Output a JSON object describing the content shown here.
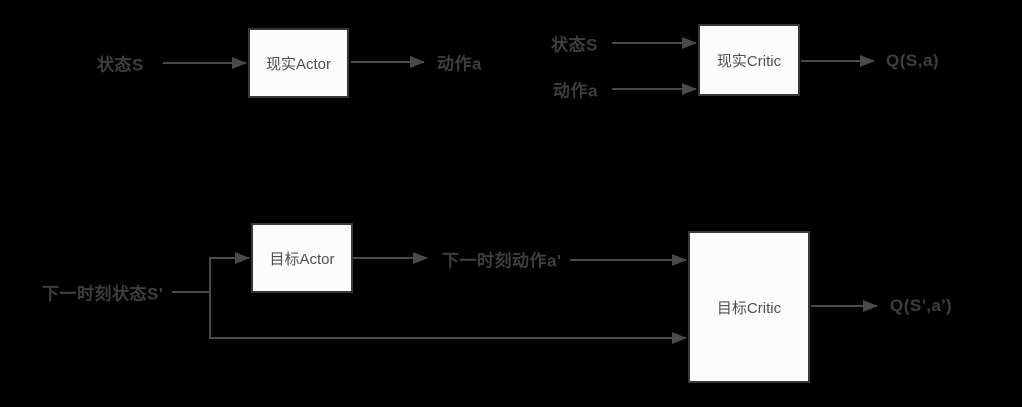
{
  "colors": {
    "background": "#000000",
    "box_fill": "#fcfcfc",
    "box_border": "#383838",
    "box_text": "#4f4f4f",
    "label_text": "#3e3e3e",
    "line": "#4a4a4a"
  },
  "nodes": {
    "real_actor": {
      "label": "现实Actor"
    },
    "real_critic": {
      "label": "现实Critic"
    },
    "target_actor": {
      "label": "目标Actor"
    },
    "target_critic": {
      "label": "目标Critic"
    }
  },
  "labels": {
    "state_s_top_left": "状态S",
    "action_a_top_left": "动作a",
    "state_s_top_right": "状态S",
    "action_a_top_right": "动作a",
    "q_s_a": "Q(S,a)",
    "next_state": "下一时刻状态S'",
    "next_action": "下一时刻动作a'",
    "q_s_a_prime": "Q(S',a')"
  }
}
